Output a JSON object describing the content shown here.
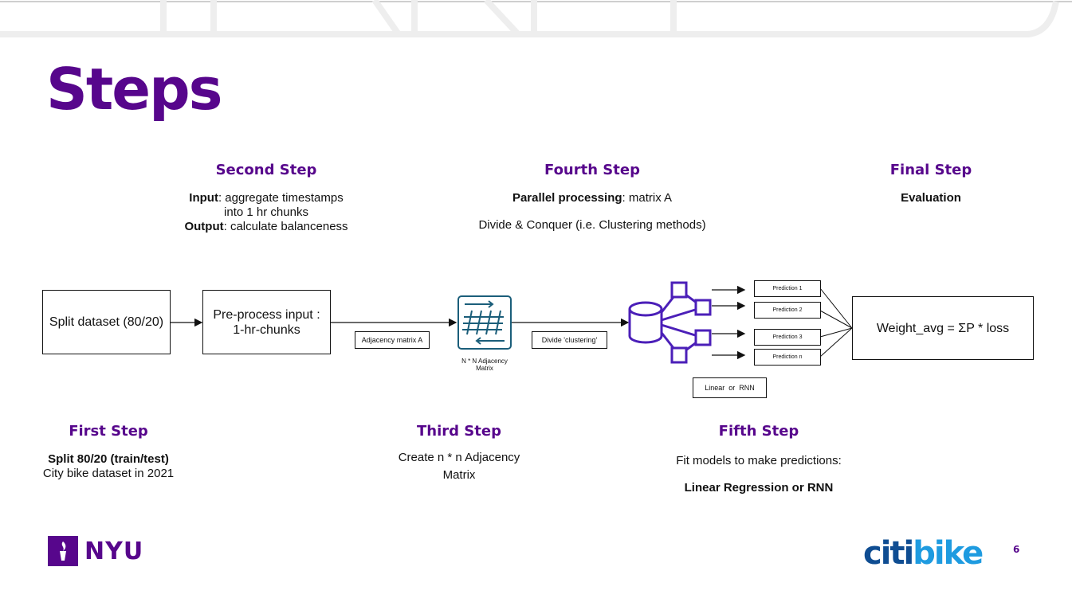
{
  "title": "Steps",
  "steps": {
    "first": {
      "heading": "First Step",
      "line1_bold": "Split 80/20 (train/test)",
      "line2": "City bike dataset in 2021"
    },
    "second": {
      "heading": "Second Step",
      "input_label": "Input",
      "input_text": ": aggregate timestamps into 1 hr chunks",
      "output_label": "Output",
      "output_text": ": calculate balanceness"
    },
    "third": {
      "heading": "Third Step",
      "text": "Create n * n Adjacency Matrix"
    },
    "fourth": {
      "heading": "Fourth Step",
      "bold": "Parallel processing",
      "text": ": matrix A",
      "text2": "Divide & Conquer (i.e. Clustering methods)"
    },
    "fifth": {
      "heading": "Fifth Step",
      "text": "Fit models to make predictions:",
      "bold": "Linear Regression or RNN"
    },
    "final": {
      "heading": "Final Step",
      "bold": "Evaluation"
    }
  },
  "diagram": {
    "split_box": "Split dataset (80/20)",
    "preprocess_box_line1": "Pre-process input :",
    "preprocess_box_line2": "1-hr-chunks",
    "adjacency_label": "Adjacency matrix A",
    "matrix_caption_line1": "N * N Adjacency",
    "matrix_caption_line2": "Matrix",
    "divide_label": "Divide 'clustering'",
    "predictions": [
      "Prediction 1",
      "Prediction 2",
      "Prediction 3",
      "Prediction n"
    ],
    "model_label": "Linear  or  RNN",
    "weight_box": "Weight_avg = ΣP * loss"
  },
  "footer": {
    "nyu": "NYU",
    "citi_a": "citi",
    "citi_b": "bike",
    "page_number": "6"
  },
  "colors": {
    "accent": "#57068c",
    "citi_dark": "#0f4d92",
    "citi_light": "#1e9be0",
    "network": "#4b1fb8",
    "matrix": "#1b5e7a"
  }
}
